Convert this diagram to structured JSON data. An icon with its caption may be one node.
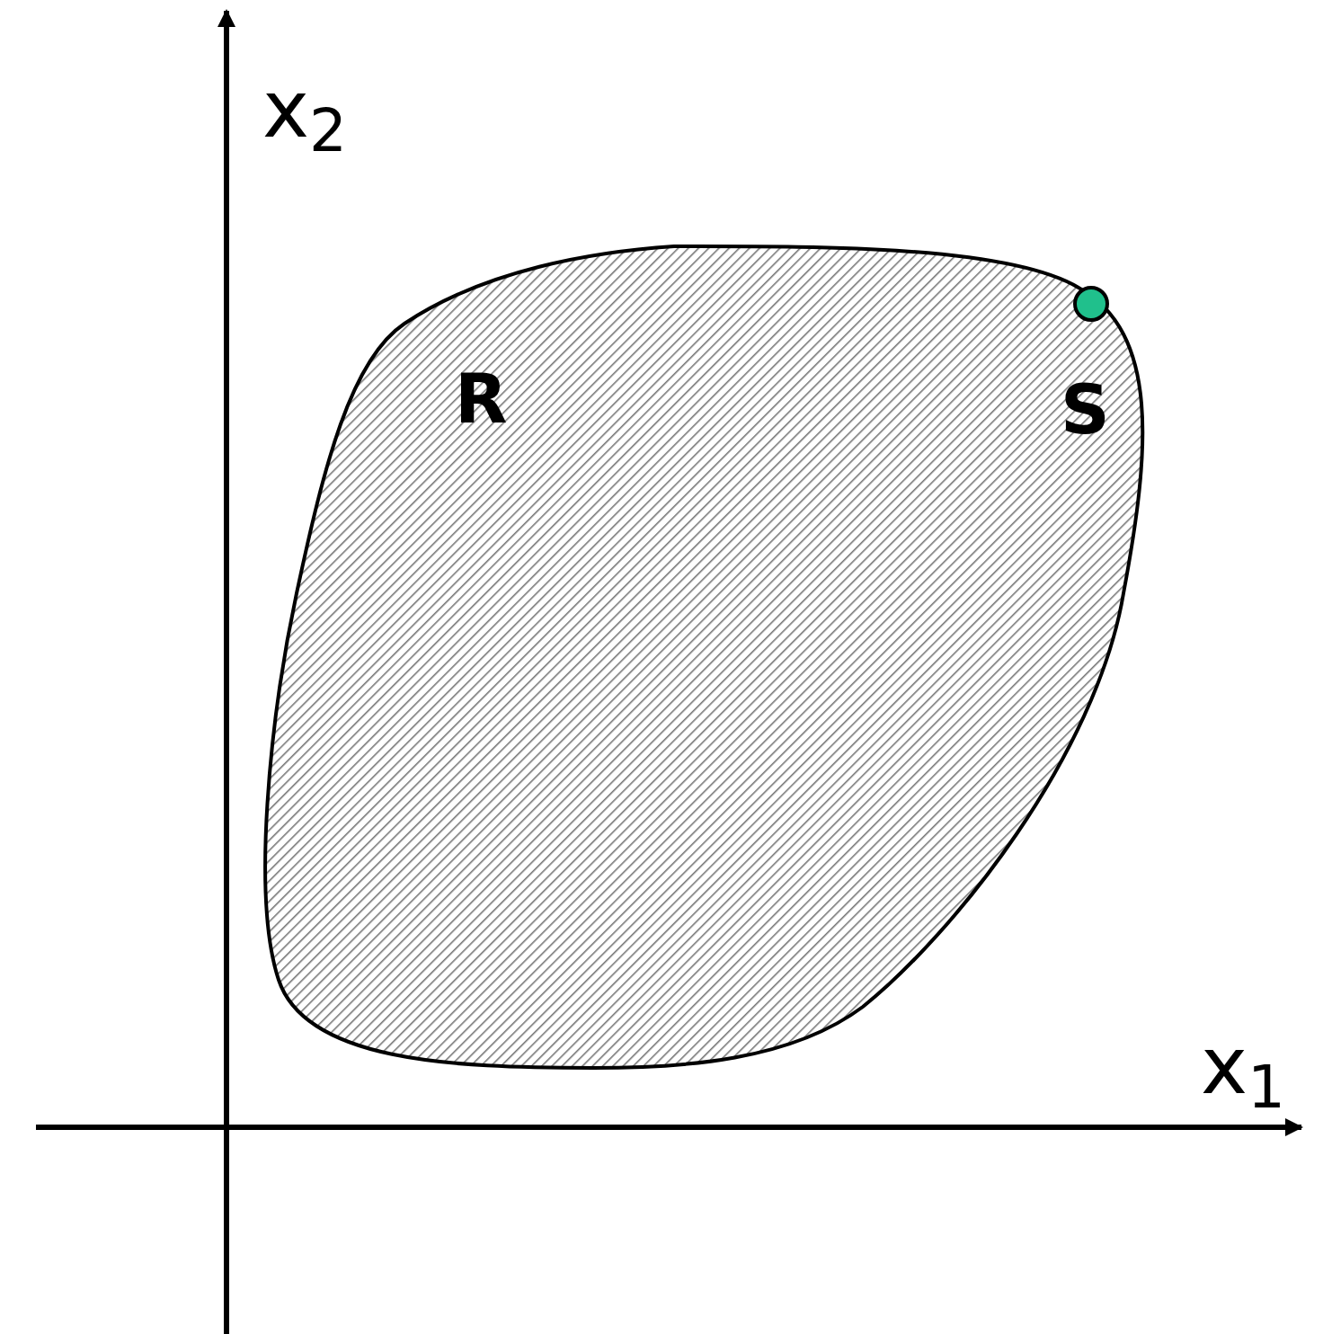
{
  "diagram": {
    "nodes": [
      {
        "text": [
          "R"
        ]
      },
      {
        "text": [],
        "shape": "circle",
        "in": 0,
        "beside": [
          "S"
        ]
      }
    ],
    "labels": [
      "x$_{2}$",
      "x$_{1}$"
    ]
  }
}
